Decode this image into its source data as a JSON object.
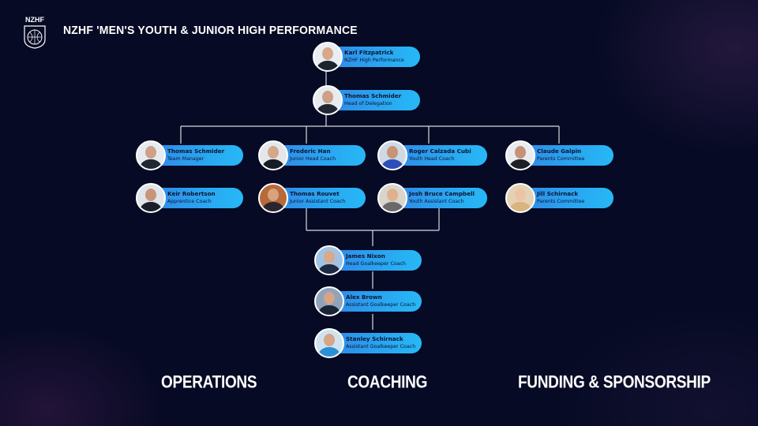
{
  "brand": {
    "logo_text": "NZHF"
  },
  "header": {
    "title": "NZHF 'MEN'S YOUTH & JUNIOR HIGH PERFORMANCE"
  },
  "people": {
    "karl": {
      "name": "Karl Fitzpatrick",
      "role": "NZHF High Performance"
    },
    "thomas_hod": {
      "name": "Thomas Schmider",
      "role": "Head of Delegation"
    },
    "thomas_tm": {
      "name": "Thomas Schmider",
      "role": "Team Manager"
    },
    "keir": {
      "name": "Keir Robertson",
      "role": "Apprentice Coach"
    },
    "frederic": {
      "name": "Frederic Han",
      "role": "Junior Head Coach"
    },
    "rouvet": {
      "name": "Thomas Rouvet",
      "role": "Junior Assistant Coach"
    },
    "roger": {
      "name": "Roger Calzada Cubi",
      "role": "Youth Head Coach"
    },
    "josh": {
      "name": "Josh Bruce Campbell",
      "role": "Youth Assistant Coach"
    },
    "claude": {
      "name": "Claude Galpin",
      "role": "Parents Committee"
    },
    "jill": {
      "name": "Jill Schirnack",
      "role": "Parents Committee"
    },
    "james": {
      "name": "James Nixon",
      "role": "Head Goalkeeper Coach"
    },
    "alex": {
      "name": "Alex Brown",
      "role": "Assistant Goalkeeper Coach"
    },
    "stanley": {
      "name": "Stanley Schirnack",
      "role": "Assistant Goalkeeper Coach"
    }
  },
  "sections": {
    "operations": "OPERATIONS",
    "coaching": "COACHING",
    "funding": "FUNDING & SPONSORSHIP"
  },
  "colors": {
    "background": "#060a24",
    "pill_start": "#2f88e6",
    "pill_end": "#27b8f6",
    "connector": "#d8dbe3"
  }
}
